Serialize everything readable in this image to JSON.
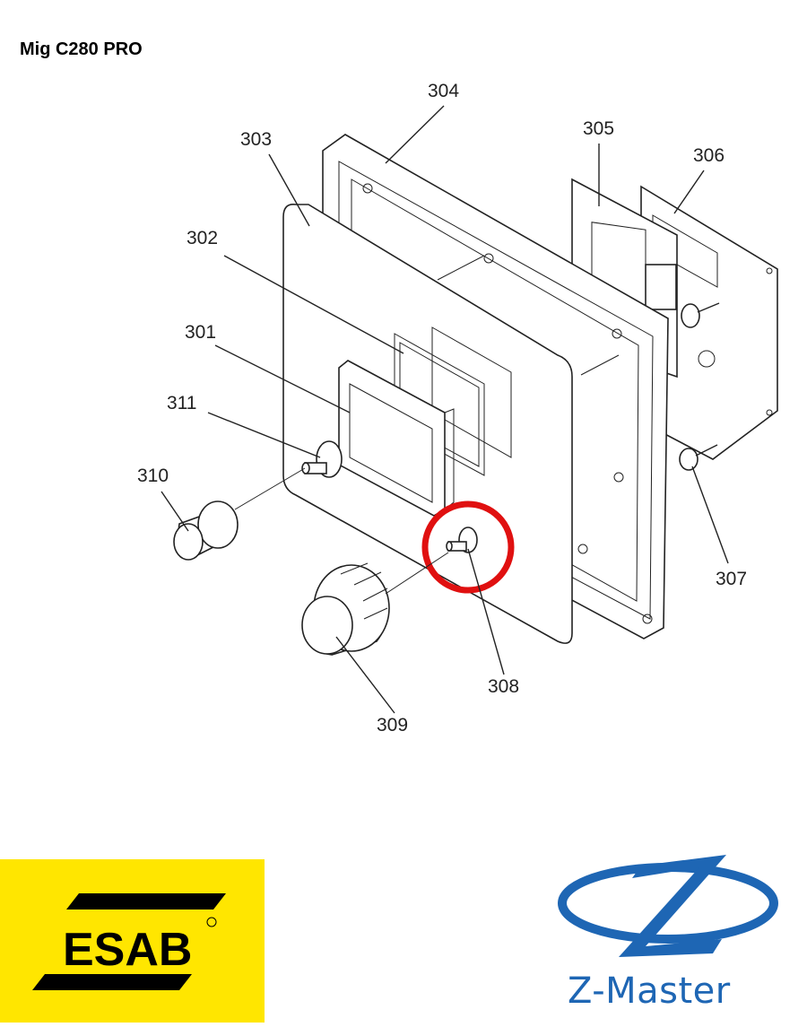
{
  "title": "Mig C280 PRO",
  "callouts": {
    "p301": "301",
    "p302": "302",
    "p303": "303",
    "p304": "304",
    "p305": "305",
    "p306": "306",
    "p307": "307",
    "p308": "308",
    "p309": "309",
    "p310": "310",
    "p311": "311"
  },
  "highlight_color": "#e01010",
  "logos": {
    "esab": "ESAB",
    "esab_color": "#ffe600",
    "zmaster": "Z-Master",
    "zmaster_color": "#1e66b4"
  }
}
